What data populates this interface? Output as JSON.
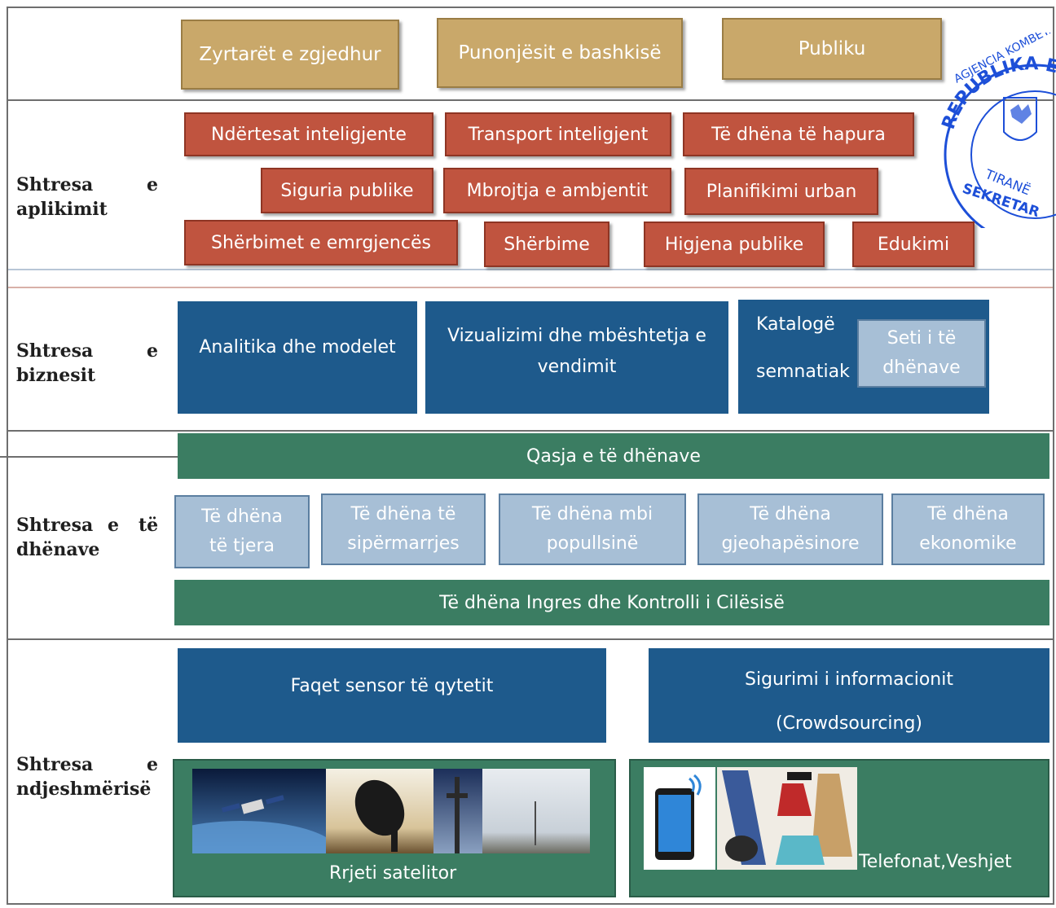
{
  "stakeholders": {
    "elected": "Zyrtarët e zgjedhur",
    "employees": "Punonjësit e bashkisë",
    "public": "Publiku"
  },
  "layers": {
    "application": {
      "label": "Shtresa",
      "label2": "aplikimit",
      "conj": "e"
    },
    "business": {
      "label": "Shtresa",
      "label2": "biznesit",
      "conj": "e"
    },
    "data": {
      "label": "Shtresa",
      "conj": "e",
      "conj2": "të",
      "label2": "dhënave"
    },
    "sensing": {
      "label": "Shtresa",
      "label2": "ndjeshmërisë",
      "conj": "e"
    }
  },
  "applications": [
    "Ndërtesat inteligjente",
    "Transport inteligjent",
    "Të dhëna të hapura",
    "Siguria publike",
    "Mbrojtja e ambjentit",
    "Planifikimi urban",
    "Shërbimet e emrgjencës",
    "Shërbime",
    "Higjena publike",
    "Edukimi"
  ],
  "business": {
    "analytics": "Analitika dhe modelet",
    "visualization_l1": "Vizualizimi dhe mbështetja e",
    "visualization_l2": "vendimit",
    "catalog_l1": "Katalogë",
    "catalog_l2": "semnatiak",
    "dataset_l1": "Seti i të",
    "dataset_l2": "dhënave"
  },
  "data_layer": {
    "access": "Qasja e të dhënave",
    "sources": [
      {
        "l1": "Të dhëna",
        "l2": "të tjera"
      },
      {
        "l1": "Të dhëna të",
        "l2": "sipërmarrjes"
      },
      {
        "l1": "Të dhëna mbi",
        "l2": "popullsinë"
      },
      {
        "l1": "Të dhëna",
        "l2": "gjeohapësinore"
      },
      {
        "l1": "Të dhëna",
        "l2": "ekonomike"
      }
    ],
    "ingress": "Të dhëna Ingres dhe Kontrolli i Cilësisë"
  },
  "sensing": {
    "city_sensors": "Faqet sensor të qytetit",
    "crowd_l1": "Sigurimi i informacionit",
    "crowd_l2": "(Crowdsourcing)",
    "satellite": "Rrjeti satelitor",
    "phones": "Telefonat,Veshjet"
  },
  "stamp": {
    "top": "REPUBLIKA E",
    "ring": "AGJENCIA KOMBËTARE E TERR",
    "city": "TIRANË",
    "bottom": "SEKRETAR"
  },
  "colors": {
    "gold": "#c9a86a",
    "red": "#c0543f",
    "blue": "#1e5a8c",
    "lightblue": "#a7bfd6",
    "green": "#3b7d62",
    "stamp": "#1d4fd8"
  }
}
